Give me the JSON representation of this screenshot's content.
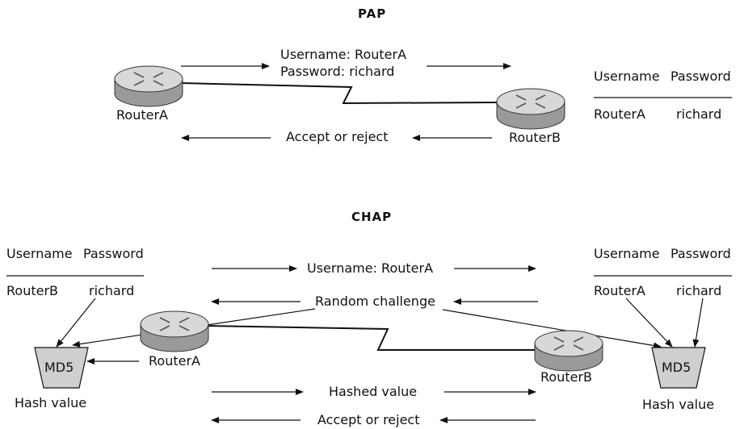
{
  "pap": {
    "title": "PAP",
    "username_line": "Username: RouterA",
    "password_line": "Password: richard",
    "reply": "Accept or reject",
    "router_a": "RouterA",
    "router_b": "RouterB",
    "table": {
      "headers": [
        "Username",
        "Password"
      ],
      "rows": [
        [
          "RouterA",
          "richard"
        ]
      ]
    }
  },
  "chap": {
    "title": "CHAP",
    "username_msg": "Username: RouterA",
    "challenge": "Random challenge",
    "hashed": "Hashed value",
    "reply": "Accept or reject",
    "router_a": "RouterA",
    "router_b": "RouterB",
    "left_table": {
      "headers": [
        "Username",
        "Password"
      ],
      "rows": [
        [
          "RouterB",
          "richard"
        ]
      ]
    },
    "right_table": {
      "headers": [
        "Username",
        "Password"
      ],
      "rows": [
        [
          "RouterA",
          "richard"
        ]
      ]
    },
    "left_md5": {
      "label": "MD5",
      "caption": "Hash value"
    },
    "right_md5": {
      "label": "MD5",
      "caption": "Hash value"
    }
  },
  "colors": {
    "router_top": "#d8d8d8",
    "router_side": "#9a9a9a",
    "md5_fill": "#cfcfcf"
  },
  "icons": [
    "router-icon",
    "md5-hash-icon",
    "arrow-icon"
  ]
}
